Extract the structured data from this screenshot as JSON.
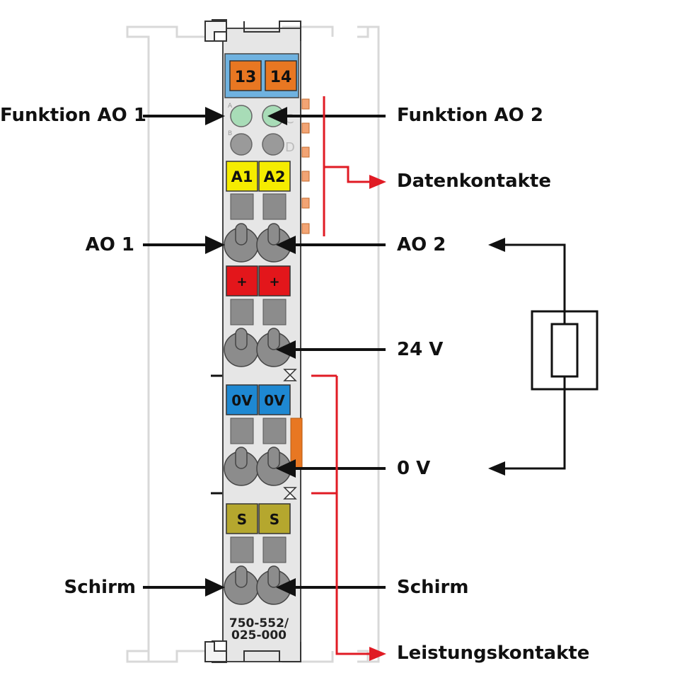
{
  "labels": {
    "funktion_ao1": "Funktion AO 1",
    "funktion_ao2": "Funktion AO 2",
    "datenkontakte": "Datenkontakte",
    "ao1": "AO 1",
    "ao2": "AO 2",
    "v24": "24 V",
    "v0": "0 V",
    "schirm_left": "Schirm",
    "schirm_right": "Schirm",
    "leistungskontakte": "Leistungskontakte"
  },
  "terminal": {
    "top_left": "13",
    "top_right": "14",
    "led_letters": [
      "A",
      "C",
      "B",
      "D"
    ],
    "a_left": "A1",
    "a_right": "A2",
    "plus_left": "+",
    "plus_right": "+",
    "zero_left": "0V",
    "zero_right": "0V",
    "s_left": "S",
    "s_right": "S",
    "part_line1": "750-552/",
    "part_line2": "025-000"
  },
  "colors": {
    "arrow_black": "#111111",
    "arrow_red": "#e01b24",
    "housing": "#e6e6e6",
    "orange": "#e87722",
    "blue_top": "#6fb2e0",
    "yellow": "#f5ec00",
    "red": "#e3161b",
    "blue": "#1e88d2",
    "olive": "#b5a72e",
    "led_green": "#a8dcb7",
    "gray_button": "#8c8c8c"
  }
}
